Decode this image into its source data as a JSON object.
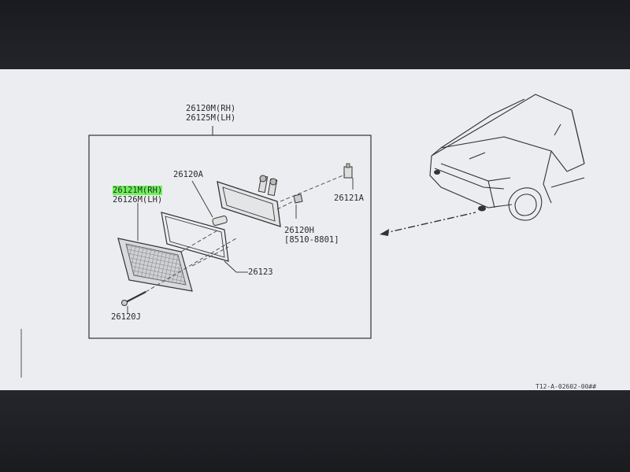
{
  "diagram": {
    "labels": {
      "assembly_rh": "26120M(RH)",
      "assembly_lh": "26125M(LH)",
      "lens_rh": "26121M(RH)",
      "lens_lh": "26126M(LH)",
      "bulb": "26120A",
      "socket": "26121A",
      "gasket": "26123",
      "screw": "26120J",
      "housing": "26120H",
      "housing_range": "[8510-8801]",
      "drawing_code": "T12-A-02602-00##"
    },
    "highlight_color": "#6ef25a"
  }
}
